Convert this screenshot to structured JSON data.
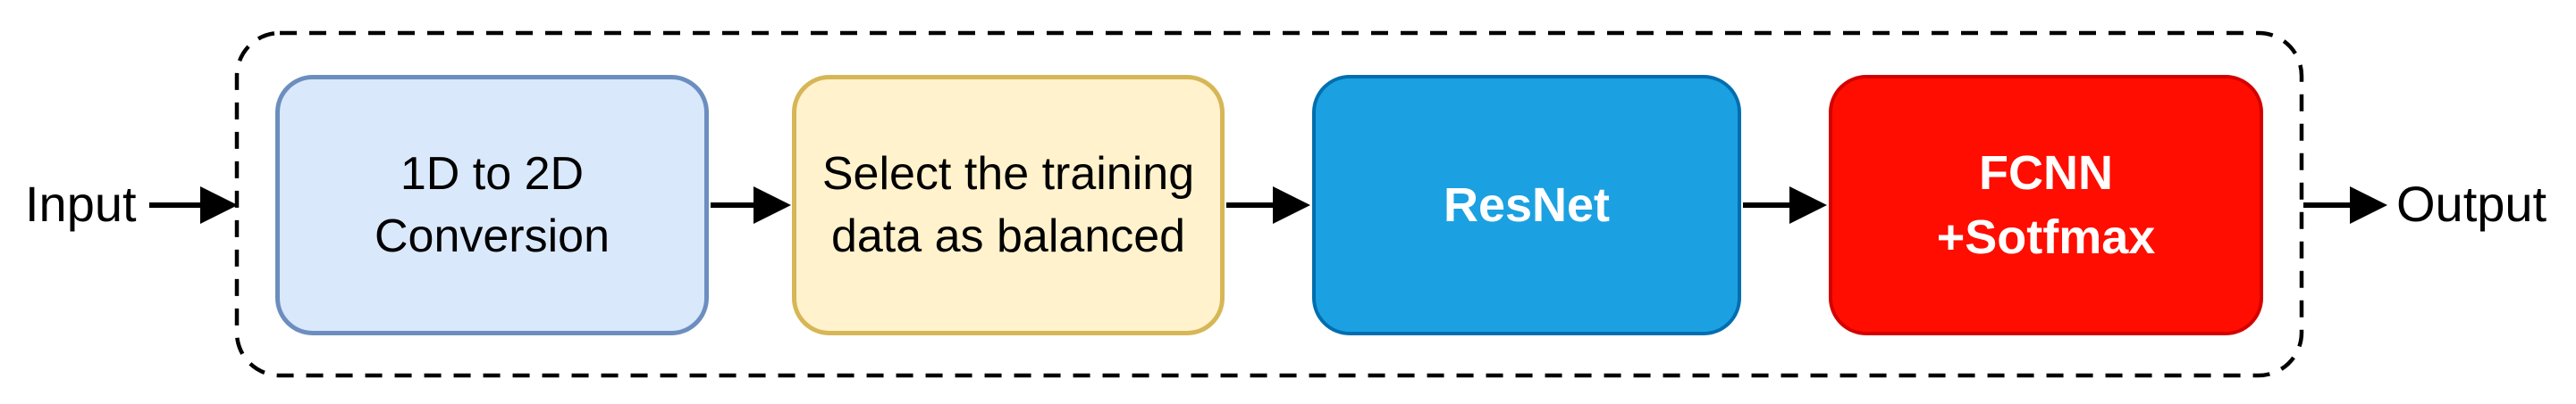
{
  "diagram": {
    "input_label": "Input",
    "output_label": "Output",
    "boxes": [
      {
        "id": "1d-to-2d-conversion",
        "line1": "1D to 2D",
        "line2": "Conversion",
        "fill": "#dae8fc",
        "border": "#6c8ebf",
        "text_color": "#000000"
      },
      {
        "id": "select-training-data",
        "line1": "Select the training",
        "line2": "data as balanced",
        "fill": "#fff2cc",
        "border": "#d6b656",
        "text_color": "#000000"
      },
      {
        "id": "resnet",
        "line1": "ResNet",
        "fill": "#1ba1e2",
        "border": "#006eaf",
        "text_color": "#ffffff"
      },
      {
        "id": "fcnn-softmax",
        "line1": "FCNN",
        "line2": "+Sotfmax",
        "fill": "#ff0d00",
        "border": "#d40000",
        "text_color": "#ffffff"
      }
    ],
    "arrow_color": "#000000",
    "container_border_color": "#000000",
    "background_color": "#ffffff"
  }
}
